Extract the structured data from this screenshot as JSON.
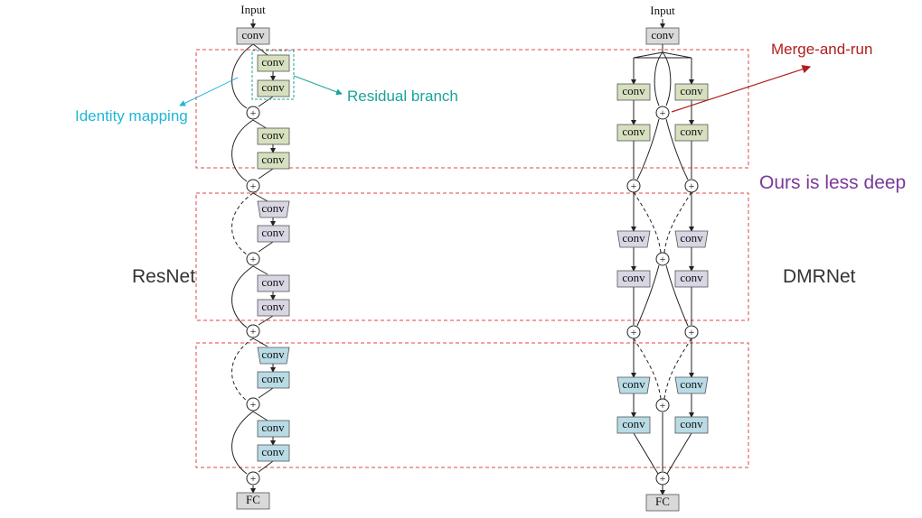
{
  "colors": {
    "gray": "#d9d9d9",
    "green": "#d6e0bf",
    "lavender": "#d9d6e4",
    "blue": "#b8dbe5",
    "stage_border": "#e0464a",
    "residual_border": "#1aa39a",
    "identity_color": "#21b5d8",
    "merge_color": "#b01e1e",
    "ours_color": "#7a3a9a",
    "model_label_color": "#333333"
  },
  "nodes": {
    "input": "Input",
    "conv": "conv",
    "plus": "+",
    "fc": "FC"
  },
  "models": {
    "left": "ResNet",
    "right": "DMRNet"
  },
  "annotations": {
    "identity": "Identity mapping",
    "residual": "Residual branch",
    "merge": "Merge-and-run",
    "ours": "Ours is less deep"
  }
}
